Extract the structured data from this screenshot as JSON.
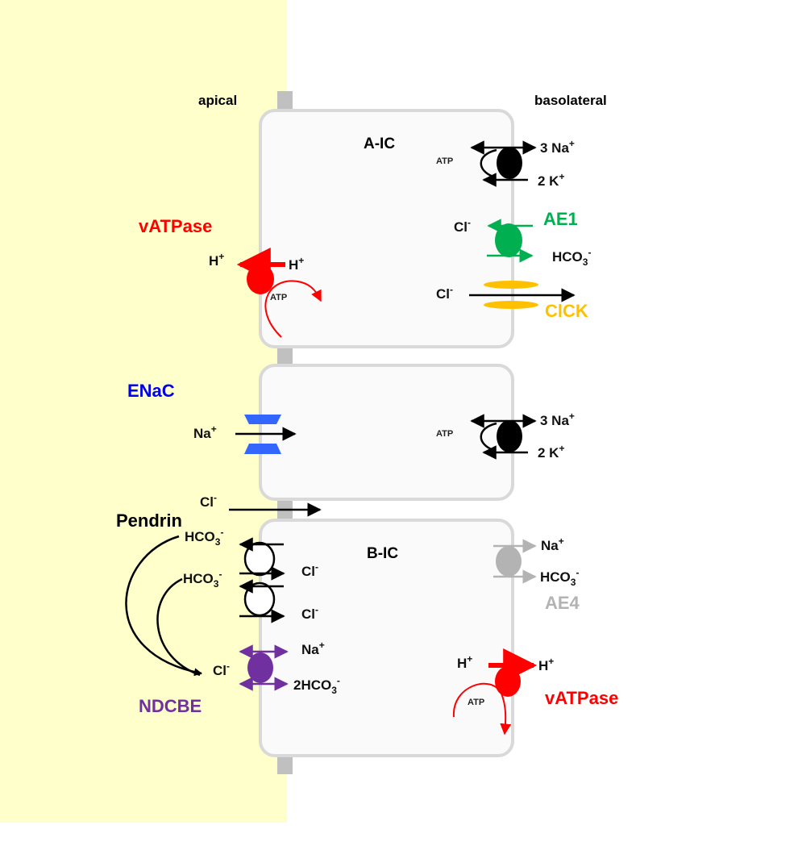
{
  "sides": {
    "apical": "apical",
    "basolateral": "basolateral"
  },
  "cells": {
    "aic": {
      "title": "A-IC",
      "pump": {
        "atp": "ATP",
        "na": "3 Na",
        "na_sup": "+",
        "k": "2 K",
        "k_sup": "+"
      },
      "ae1": {
        "name": "AE1",
        "cl": "Cl",
        "cl_sup": "-",
        "hco3": "HCO",
        "hco3_sub": "3",
        "hco3_sup": "-"
      },
      "clck": {
        "name": "ClCK",
        "cl": "Cl",
        "cl_sup": "-"
      },
      "vatpase": {
        "name": "vATPase",
        "h_out": "H",
        "h_out_sup": "+",
        "h_in": "H",
        "h_in_sup": "+",
        "atp": "ATP"
      }
    },
    "pc": {
      "enac": {
        "name": "ENaC",
        "na": "Na",
        "na_sup": "+"
      },
      "pump": {
        "atp": "ATP",
        "na": "3 Na",
        "na_sup": "+",
        "k": "2 K",
        "k_sup": "+"
      },
      "paracellular": {
        "cl": "Cl",
        "cl_sup": "-"
      }
    },
    "bic": {
      "title": "B-IC",
      "pendrin": {
        "name": "Pendrin",
        "hco3_a": "HCO",
        "hco3_a_sub": "3",
        "hco3_a_sup": "-",
        "hco3_b": "HCO",
        "hco3_b_sub": "3",
        "hco3_b_sup": "-",
        "cl_a": "Cl",
        "cl_a_sup": "-",
        "cl_b": "Cl",
        "cl_b_sup": "-"
      },
      "ndcbe": {
        "name": "NDCBE",
        "cl": "Cl",
        "cl_sup": "-",
        "na": "Na",
        "na_sup": "+",
        "hco3": "2HCO",
        "hco3_sub": "3",
        "hco3_sup": "-"
      },
      "ae4": {
        "name": "AE4",
        "na": "Na",
        "na_sup": "+",
        "hco3": "HCO",
        "hco3_sub": "3",
        "hco3_sup": "-"
      },
      "vatpase": {
        "name": "vATPase",
        "h_in": "H",
        "h_in_sup": "+",
        "h_out": "H",
        "h_out_sup": "+",
        "atp": "ATP"
      }
    }
  },
  "colors": {
    "lumen": "#ffffcc",
    "vatpase": "#ff0000",
    "ae1": "#00b050",
    "clck": "#ffc000",
    "enac": "#3366ff",
    "ndcbe": "#7030a0",
    "ae4": "#b3b3b3",
    "pump": "#000000",
    "junction": "#c0c0c0"
  }
}
